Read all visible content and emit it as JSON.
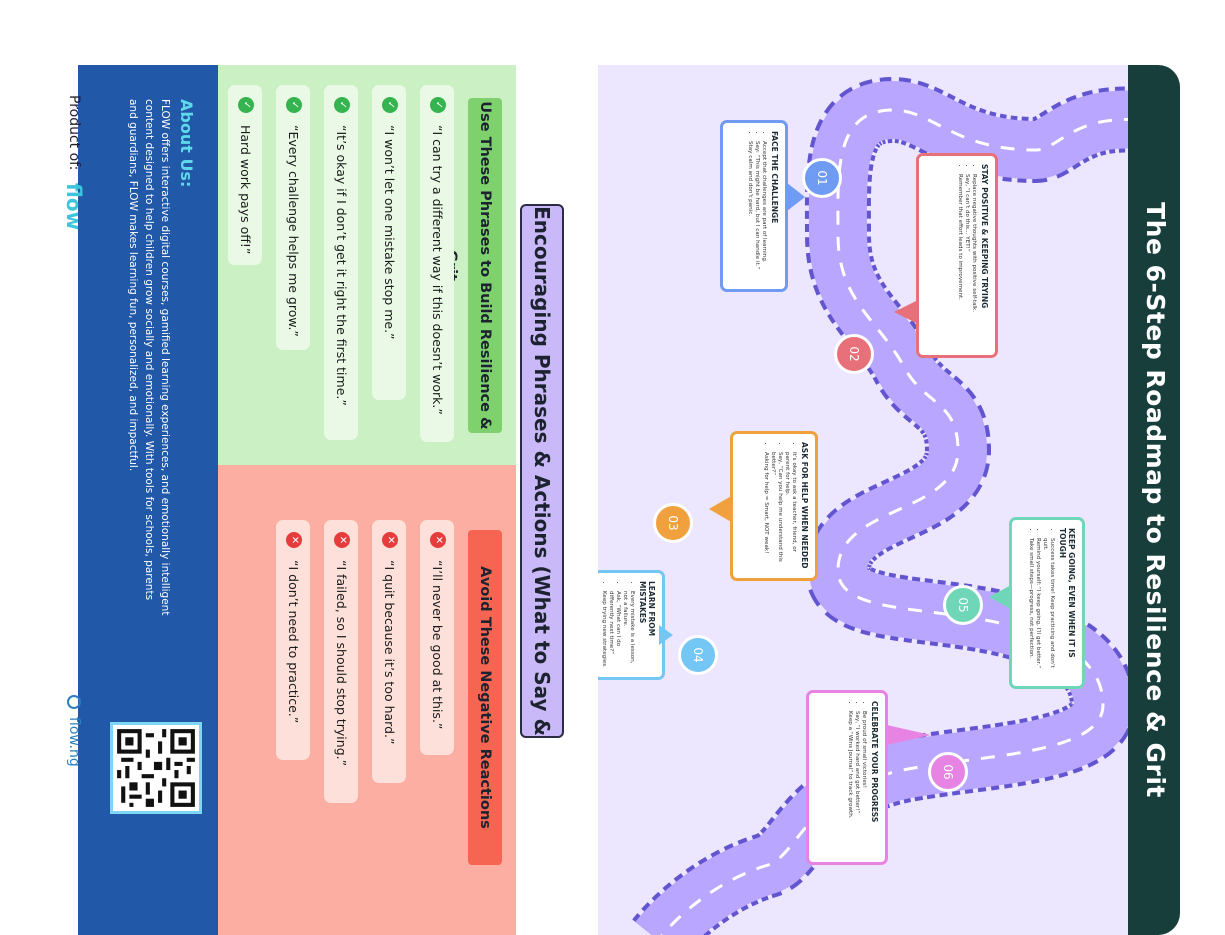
{
  "title": "The 6-Step Roadmap to Resilience & Grit",
  "steps": [
    {
      "number": "01",
      "heading": "FACE THE CHALLENGE",
      "color": "#6f9bf2",
      "bullets": [
        "Accept that challenges are part of learning.",
        "Say: “This might be hard, but I can handle it.”",
        "Stay calm and don’t panic."
      ]
    },
    {
      "number": "02",
      "heading": "STAY POSITIVE & KEEPING TRYING",
      "color": "#e8707a",
      "bullets": [
        "Replace negative thoughts with positive self-talk.",
        "Say, “I can’t do this… YET!”",
        "Remember that effort leads to improvement."
      ]
    },
    {
      "number": "03",
      "heading": "ASK FOR HELP WHEN NEEDED",
      "color": "#f0a03c",
      "bullets": [
        "It’s okay to ask a teacher, friend, or parent for help.",
        "Say, “Can you help me understand this better?”",
        "Asking for help = Smart, NOT weak!"
      ]
    },
    {
      "number": "04",
      "heading": "LEARN FROM MISTAKES",
      "color": "#74c7f4",
      "bullets": [
        "Every mistake is a lesson, not a failure.",
        "Ask, “What can I do differently next time?”",
        "Keep trying new strategies."
      ]
    },
    {
      "number": "05",
      "heading": "KEEP GOING, EVEN WHEN IT IS TOUGH",
      "color": "#6fd7b8",
      "bullets": [
        "Success takes time! Keep practicing and don’t quit.",
        "Remind yourself: “I keep going, I’ll get better.”",
        "Take small steps—progress, not perfection."
      ]
    },
    {
      "number": "06",
      "heading": "CELEBRATE YOUR PROGRESS",
      "color": "#e783e2",
      "bullets": [
        "Be proud of small victories!",
        "Say, “I worked hard and got better!”",
        "Keep a “Wins Journal” to track growth."
      ]
    }
  ],
  "phrases_title": "Encouraging Phrases & Actions (What to Say & Do!)",
  "do_column": {
    "heading": "Use These Phrases to Build Resilience & Grit",
    "items": [
      "“I can try a different way if this doesn’t work.”",
      "“I won’t let one mistake stop me.”",
      "“It’s okay if I don’t get it right the first time.”",
      "“Every challenge helps me grow.”",
      "Hard work pays off!”"
    ]
  },
  "dont_column": {
    "heading": "Avoid These Negative Reactions",
    "items": [
      "“I’ll never be good at this.”",
      "“I quit because it’s too hard.”",
      "“I failed, so I should stop trying.”",
      "“I don’t need to practice.”"
    ]
  },
  "about": {
    "heading": "About Us:",
    "text": "FLOW offers interactive digital courses, gamified learning experiences, and emotionally intelligent content designed to help children grow socially and emotionally. With tools for schools, parents and guardians, FLOW makes learning fun, personalized, and impactful."
  },
  "footer": {
    "product_of": "Product of:",
    "brand": "flow",
    "website": "flow.ng"
  },
  "colors": {
    "title_bar": "#173e3a",
    "map_bg": "#ece6ff",
    "road": "#b9a6ff",
    "do_bg": "#caf0c4",
    "dont_bg": "#fbaea1",
    "about_bg": "#2158a8"
  }
}
